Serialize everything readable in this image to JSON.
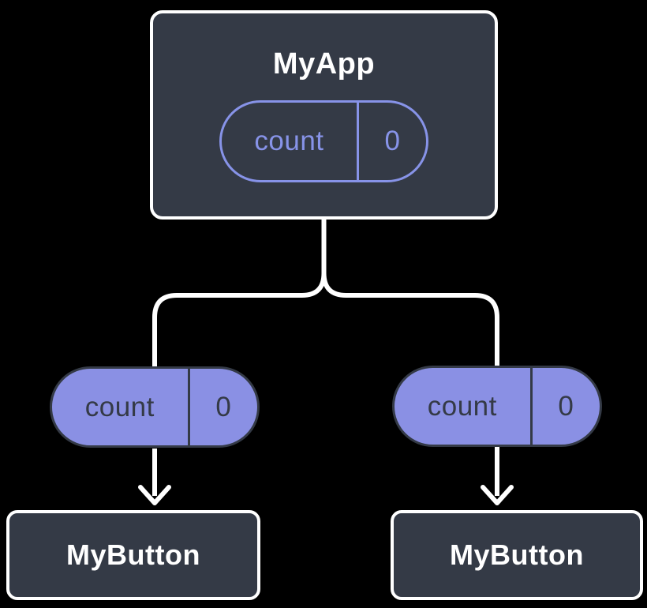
{
  "colors": {
    "background": "#000000",
    "node_fill": "#343a46",
    "node_border": "#ffffff",
    "state_pill_fill": "#8a90e4",
    "state_outline": "#8793e8",
    "connector": "#ffffff",
    "title_text": "#ffffff"
  },
  "diagram": {
    "parent": {
      "title": "MyApp",
      "state": {
        "name": "count",
        "value": "0"
      }
    },
    "passed_props": [
      {
        "name": "count",
        "value": "0"
      },
      {
        "name": "count",
        "value": "0"
      }
    ],
    "children": [
      {
        "title": "MyButton"
      },
      {
        "title": "MyButton"
      }
    ]
  }
}
